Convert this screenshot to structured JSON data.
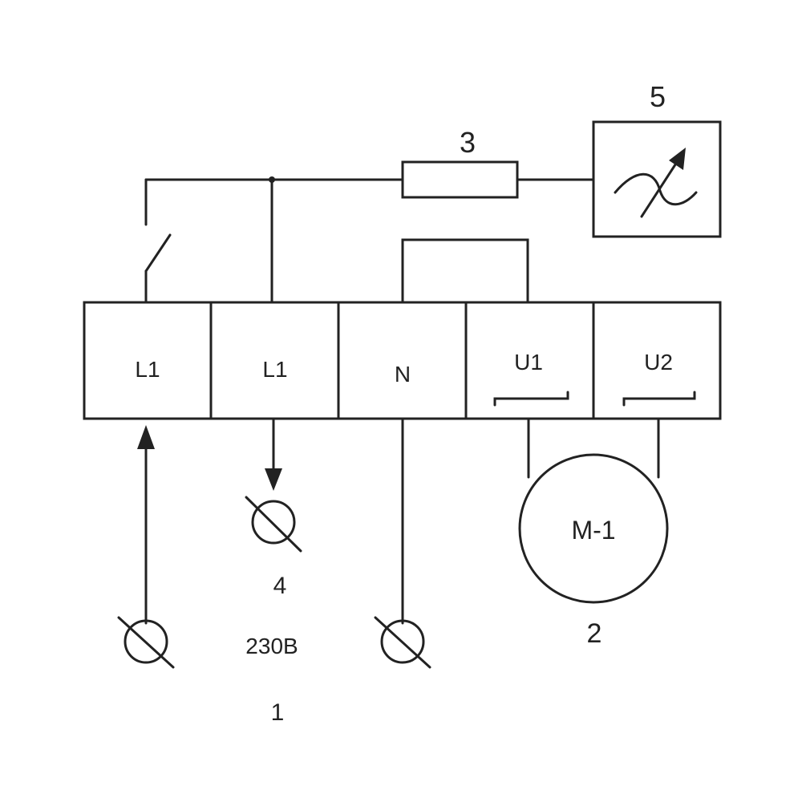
{
  "terminal_block": {
    "terminals": [
      {
        "label": "L1"
      },
      {
        "label": "L1"
      },
      {
        "label": "N"
      },
      {
        "label": "U1"
      },
      {
        "label": "U2"
      }
    ]
  },
  "motor": {
    "label": "M-1"
  },
  "callouts": {
    "fuse": "3",
    "regulator": "5",
    "lamp": "4",
    "motor": "2",
    "supply": "1"
  },
  "supply_voltage": "230B"
}
